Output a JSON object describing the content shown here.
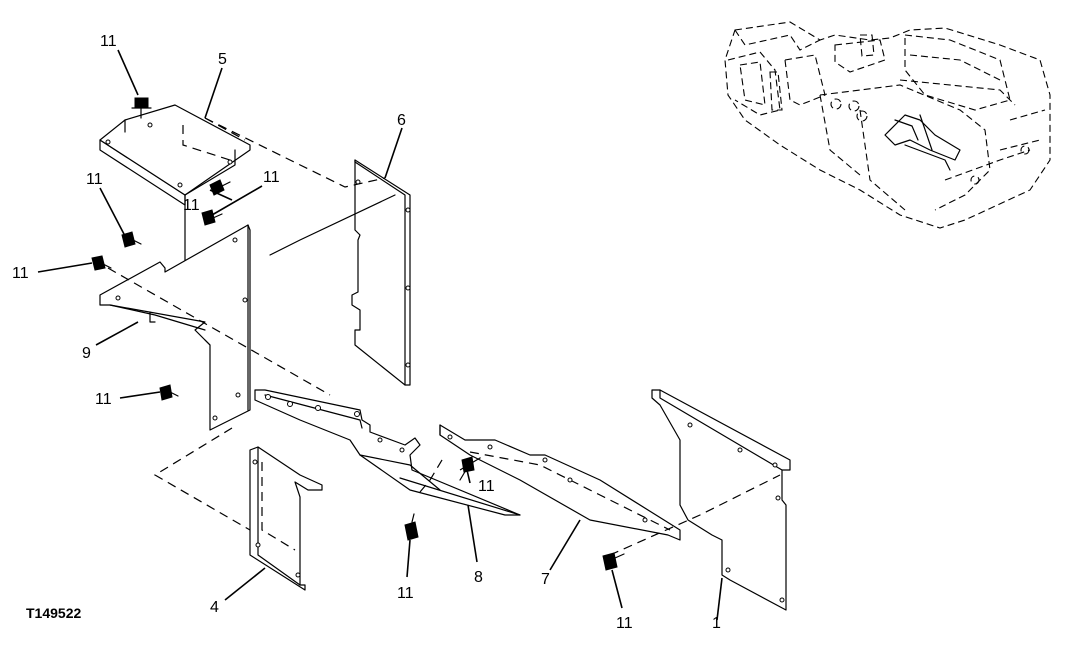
{
  "figure_code": "T149522",
  "callouts": {
    "c1": "1",
    "c4": "4",
    "c5": "5",
    "c6": "6",
    "c7": "7",
    "c8": "8",
    "c9": "9",
    "c11": "11"
  }
}
